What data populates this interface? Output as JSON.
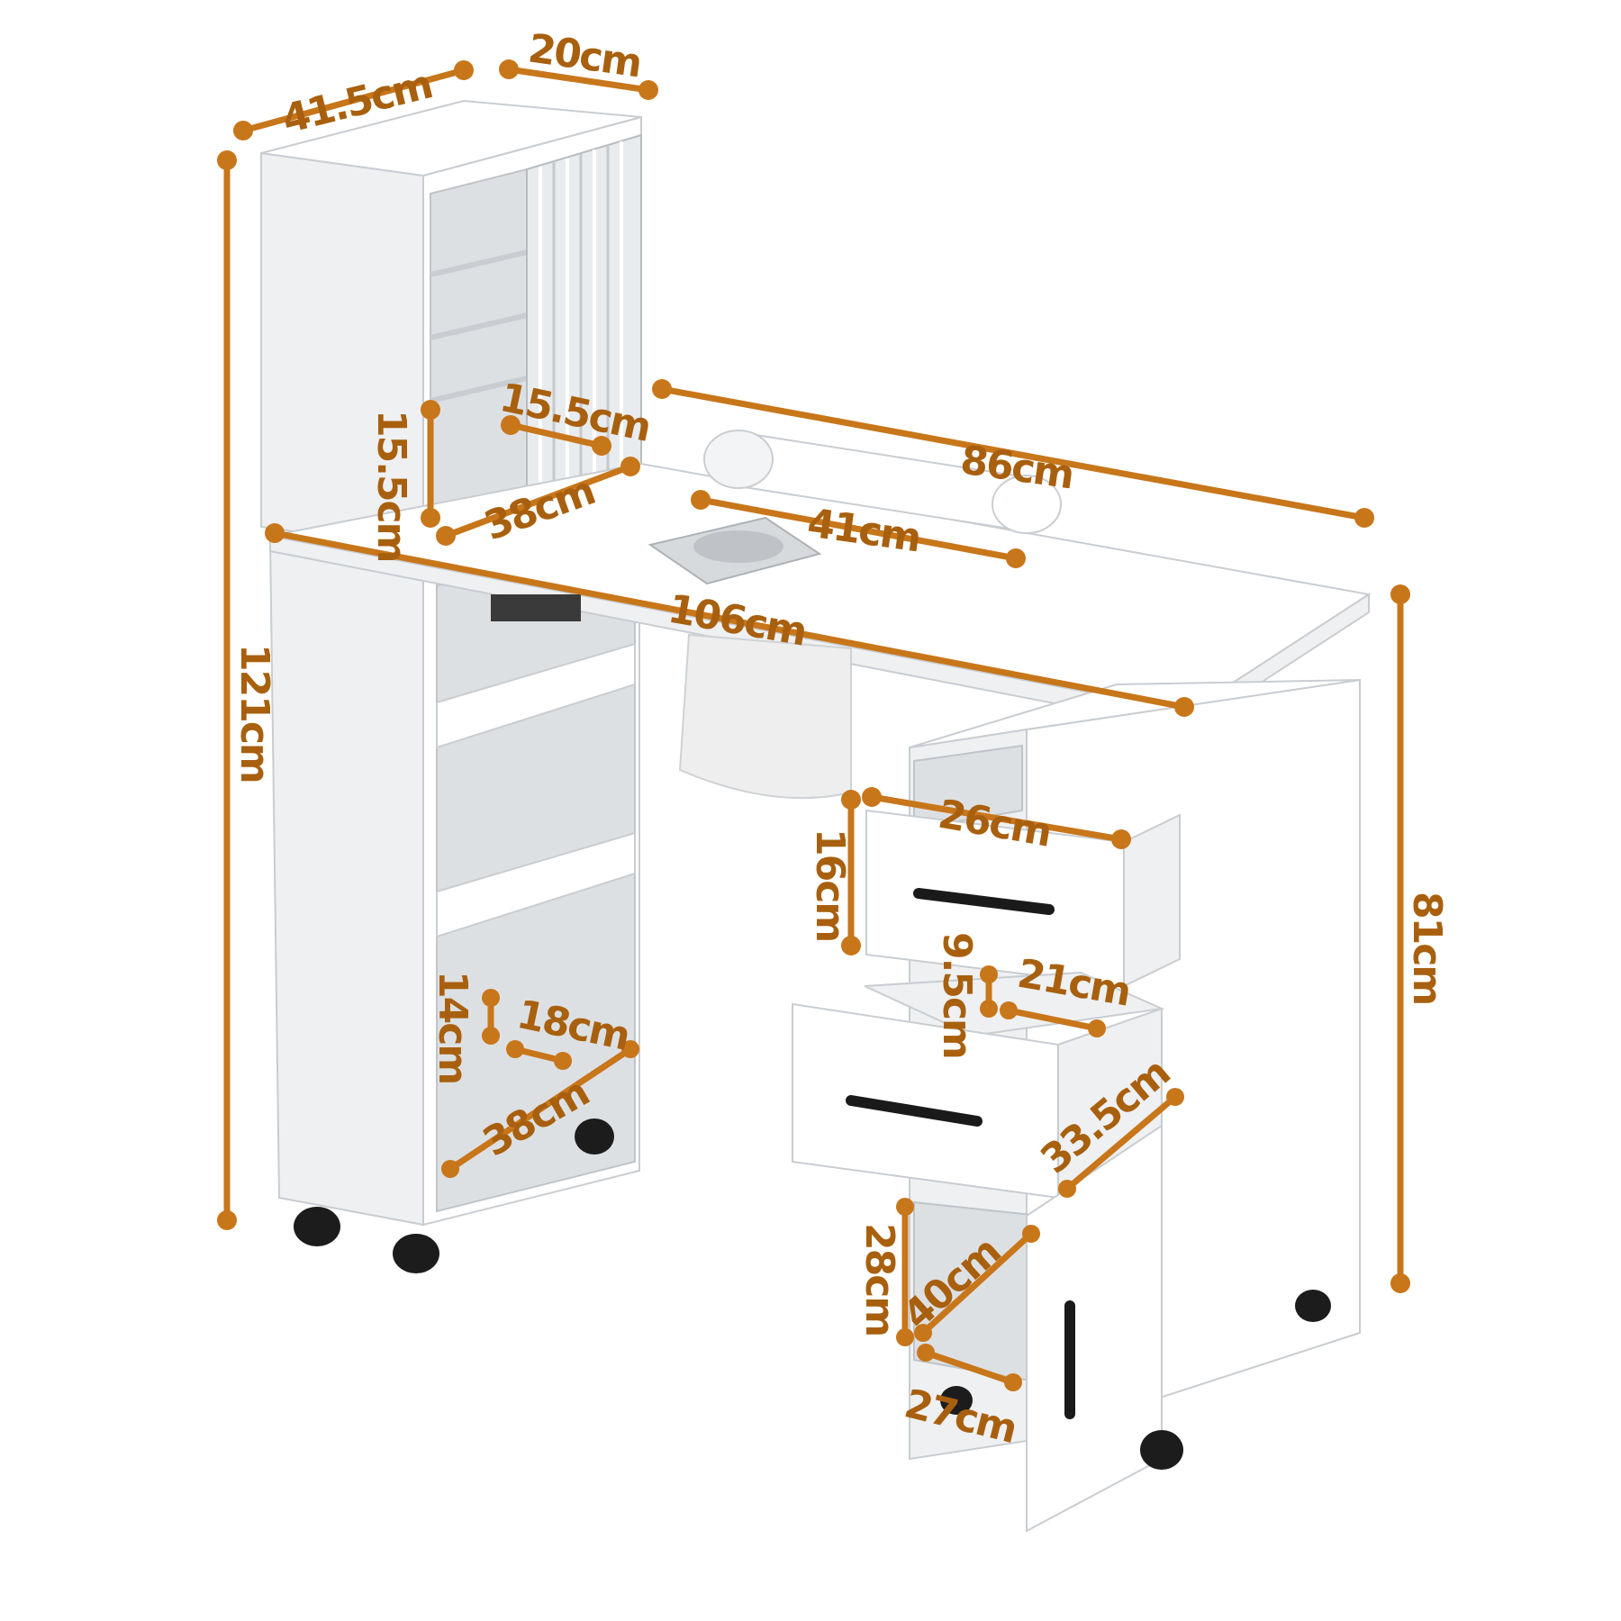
{
  "colors": {
    "dimension": "#c8761a",
    "label": "#a8600e",
    "furniture": "#ffffff",
    "outline": "#c9cdd1",
    "handle": "#1a1a1a"
  },
  "dimensions": {
    "cabinet_depth": "41.5cm",
    "cabinet_width": "20cm",
    "total_height": "121cm",
    "shelf_height": "15.5cm",
    "shelf_depth": "15.5cm",
    "shelf_width": "38cm",
    "tabletop_depth": "86cm",
    "armrest_length": "41cm",
    "tabletop_width": "106cm",
    "desk_height": "81cm",
    "drawer_width": "26cm",
    "drawer_height": "16cm",
    "lower_drawer_height": "9.5cm",
    "lower_drawer_width": "21cm",
    "drawer_depth": "33.5cm",
    "lower_shelf_height": "14cm",
    "lower_shelf_depth": "18cm",
    "lower_shelf_width": "38cm",
    "door_cabinet_height": "28cm",
    "door_cabinet_depth": "40cm",
    "door_cabinet_width": "27cm"
  }
}
